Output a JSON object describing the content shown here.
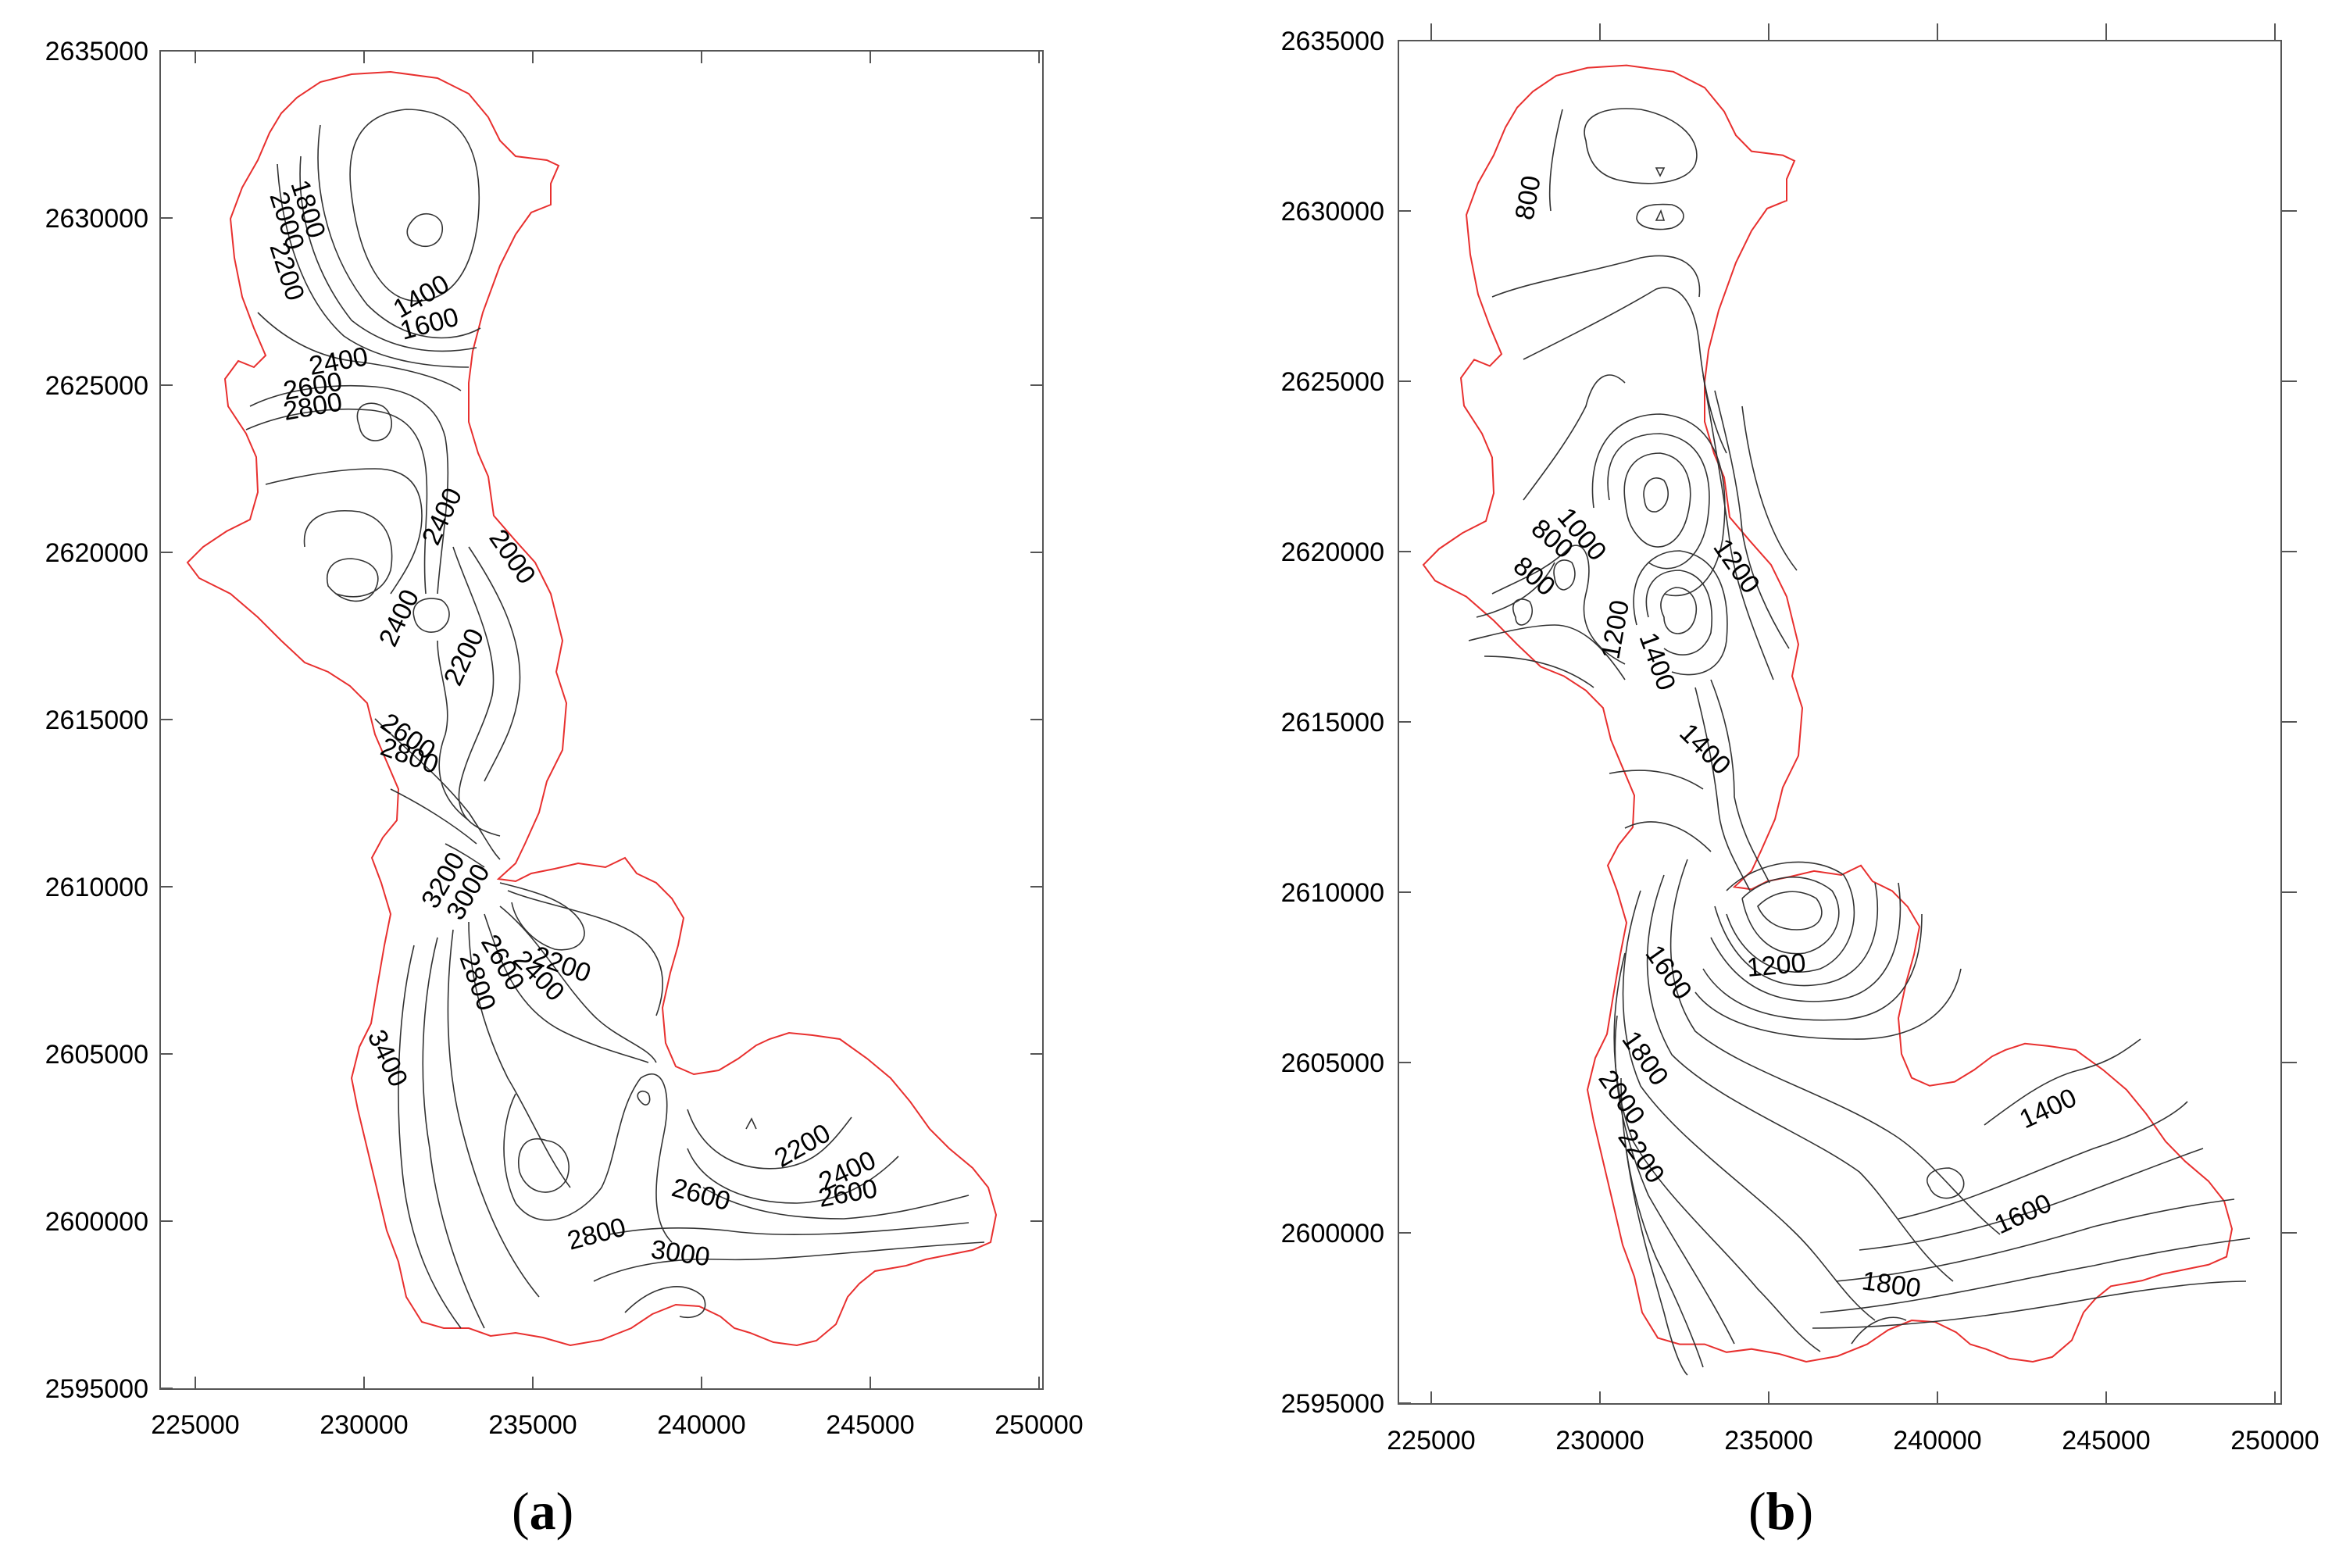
{
  "panels": [
    {
      "id": "a",
      "label_letter": "a",
      "x_ticks": [
        "225000",
        "230000",
        "235000",
        "240000",
        "245000",
        "250000"
      ],
      "y_ticks": [
        "2635000",
        "2630000",
        "2625000",
        "2620000",
        "2615000",
        "2610000",
        "2605000",
        "2600000",
        "2595000"
      ],
      "contour_labels": [
        "1800",
        "2000",
        "2200",
        "1400",
        "1600",
        "2400",
        "2600",
        "2800",
        "2400",
        "2000",
        "2400",
        "2200",
        "2600",
        "2800",
        "3200",
        "3000",
        "2600",
        "2800",
        "2400",
        "2200",
        "3400",
        "2200",
        "2400",
        "2600",
        "2600",
        "2800",
        "3000"
      ]
    },
    {
      "id": "b",
      "label_letter": "b",
      "x_ticks": [
        "225000",
        "230000",
        "235000",
        "240000",
        "245000",
        "250000"
      ],
      "y_ticks": [
        "2635000",
        "2630000",
        "2625000",
        "2620000",
        "2615000",
        "2610000",
        "2605000",
        "2600000",
        "2595000"
      ],
      "contour_labels": [
        "800",
        "1000",
        "800",
        "800",
        "1200",
        "1400",
        "1200",
        "1400",
        "1600",
        "1200",
        "1800",
        "2000",
        "2200",
        "1400",
        "1600",
        "1800"
      ]
    }
  ],
  "colors": {
    "boundary": "#e8302f",
    "contour": "#333333",
    "frame": "#555555"
  }
}
